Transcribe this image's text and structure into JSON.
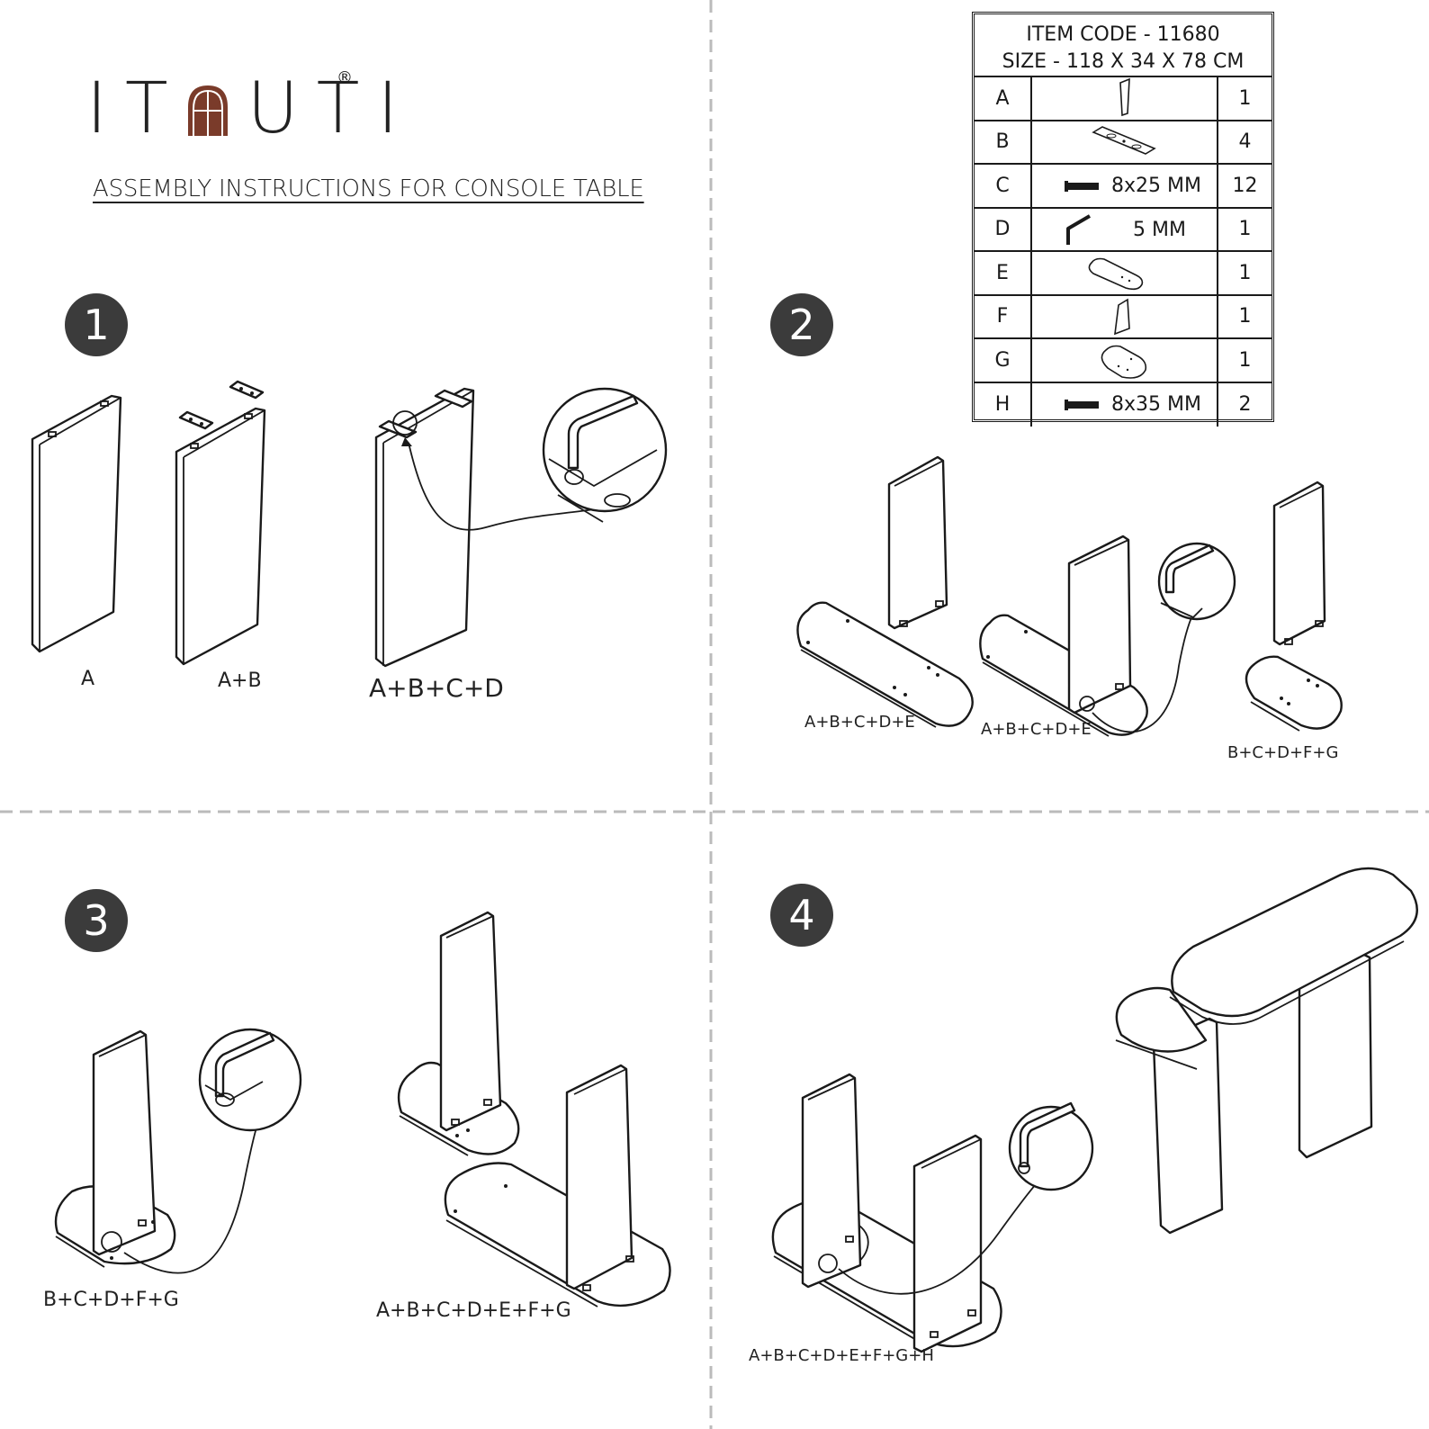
{
  "brand": {
    "name_left": "IT",
    "name_right": "UTI",
    "registered_mark": "®"
  },
  "title": "ASSEMBLY INSTRUCTIONS FOR CONSOLE TABLE",
  "steps": [
    {
      "number": "1",
      "labels": [
        "A",
        "A+B",
        "A+B+C+D"
      ]
    },
    {
      "number": "2",
      "labels": [
        "A+B+C+D+E",
        "A+B+C+D+E",
        "B+C+D+F+G"
      ]
    },
    {
      "number": "3",
      "labels": [
        "B+C+D+F+G",
        "A+B+C+D+E+F+G"
      ]
    },
    {
      "number": "4",
      "labels": [
        "A+B+C+D+E+F+G+H"
      ]
    }
  ],
  "parts_table": {
    "item_code": "ITEM CODE - 11680",
    "size": "SIZE - 118 X 34 X 78 CM",
    "rows": [
      {
        "id": "A",
        "icon": "side-panel-icon",
        "spec": "",
        "qty": "1"
      },
      {
        "id": "B",
        "icon": "connector-plate-icon",
        "spec": "",
        "qty": "4"
      },
      {
        "id": "C",
        "icon": "screw-icon",
        "spec": "8x25 MM",
        "qty": "12"
      },
      {
        "id": "D",
        "icon": "allen-key-icon",
        "spec": "5 MM",
        "qty": "1"
      },
      {
        "id": "E",
        "icon": "oval-base-icon",
        "spec": "",
        "qty": "1"
      },
      {
        "id": "F",
        "icon": "small-panel-icon",
        "spec": "",
        "qty": "1"
      },
      {
        "id": "G",
        "icon": "small-oval-base-icon",
        "spec": "",
        "qty": "1"
      },
      {
        "id": "H",
        "icon": "screw-icon",
        "spec": "8x35 MM",
        "qty": "2"
      }
    ]
  },
  "colors": {
    "ink": "#1a1a1a",
    "step_badge": "#3b3b3b",
    "logo_accent": "#7a3b2a",
    "divider": "#bbbbbb"
  }
}
